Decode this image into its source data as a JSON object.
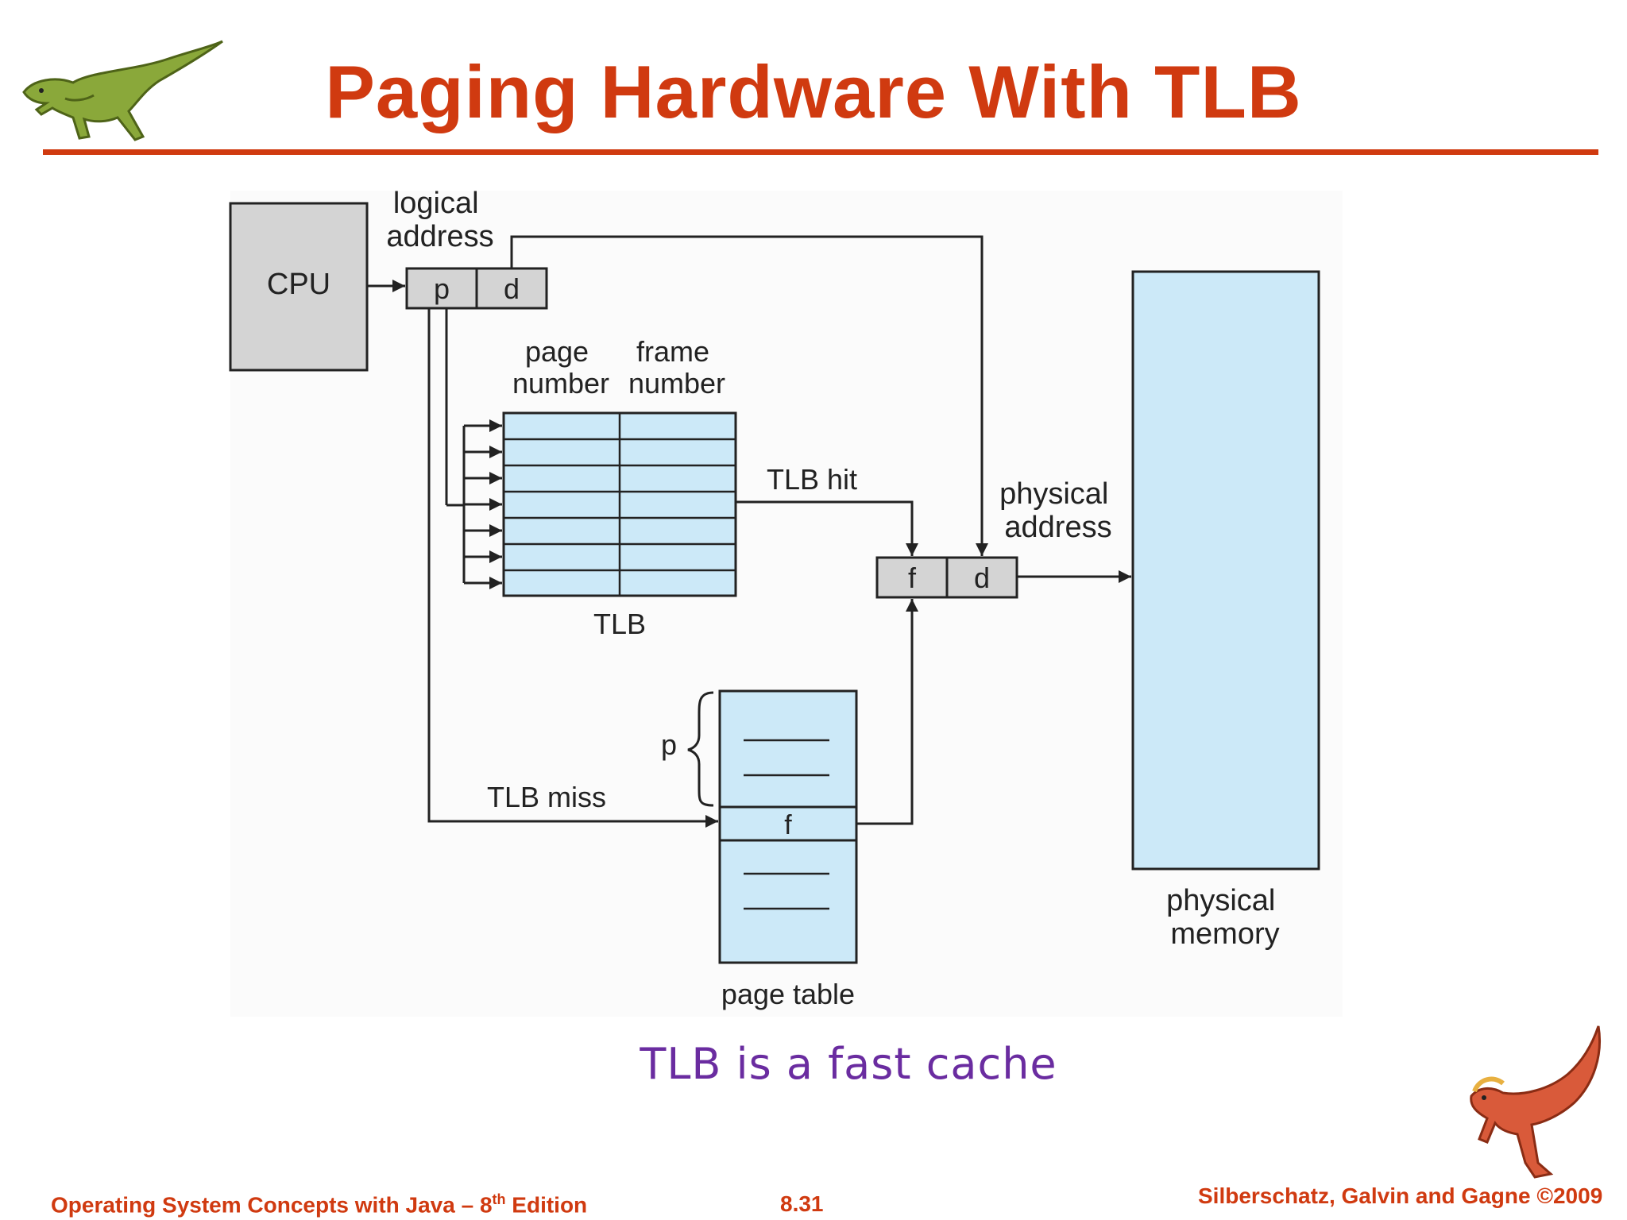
{
  "slide": {
    "title": "Paging Hardware With TLB",
    "caption": "TLB is a fast cache"
  },
  "diagram": {
    "cpu": "CPU",
    "logical_address": [
      "logical",
      "address"
    ],
    "page_field": "p",
    "offset_field": "d",
    "tlb_headers": {
      "page_number": [
        "page",
        "number"
      ],
      "frame_number": [
        "frame",
        "number"
      ]
    },
    "tlb_label": "TLB",
    "tlb_hit": "TLB hit",
    "tlb_miss": "TLB miss",
    "physical_address": [
      "physical",
      "address"
    ],
    "frame_field": "f",
    "physical_offset_field": "d",
    "page_table_p": "p",
    "page_table_f": "f",
    "page_table_label": "page table",
    "physical_memory": [
      "physical",
      "memory"
    ]
  },
  "footer": {
    "left_main": "Operating System Concepts  with Java – 8",
    "left_sup": "th",
    "left_tail": " Edition",
    "center": "8.31",
    "right": "Silberschatz, Galvin and Gagne ©2009"
  },
  "colors": {
    "accent": "#d03a10",
    "caption": "#6a2ca0",
    "box_gray": "#d4d4d4",
    "box_blue": "#cce9f8",
    "line": "#222222"
  }
}
